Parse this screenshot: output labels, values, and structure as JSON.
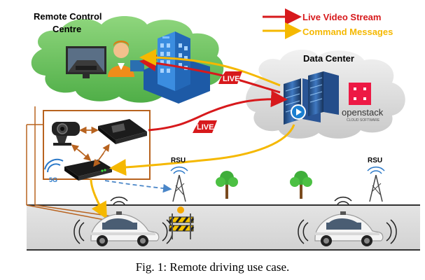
{
  "labels": {
    "remote_control_centre_line1": "Remote Control",
    "remote_control_centre_line2": "Centre",
    "data_center": "Data Center",
    "rsu_left": "RSU",
    "rsu_right": "RSU",
    "modem_5g": "5G",
    "live_badge_top": "LIVE",
    "live_badge_mid": "LIVE",
    "openstack_logo": "openstack",
    "openstack_sub": "CLOUD SOFTWARE"
  },
  "legend": {
    "items": [
      {
        "label": "Live Video Stream",
        "color": "#d7191c"
      },
      {
        "label": "Command Messages",
        "color": "#f5b800"
      }
    ]
  },
  "caption": "Fig. 1: Remote driving use case.",
  "colors": {
    "video_stream": "#d7191c",
    "command_messages": "#f5b800",
    "cloud_green": "#6fc163",
    "cloud_gray": "#dcdcdc",
    "connector_brown": "#b8631f",
    "wireless_link": "#4a86c8"
  }
}
